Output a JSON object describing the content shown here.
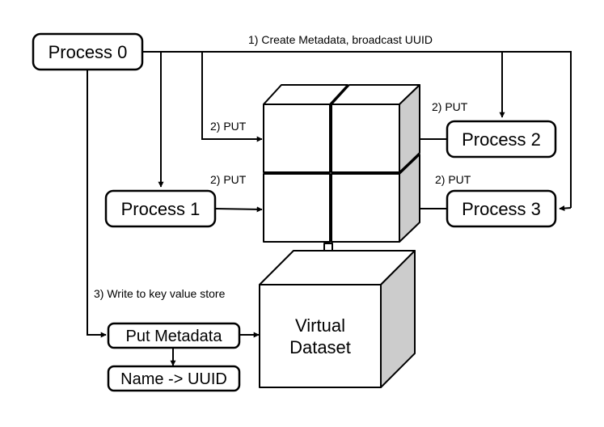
{
  "processes": {
    "p0": "Process 0",
    "p1": "Process 1",
    "p2": "Process 2",
    "p3": "Process 3"
  },
  "steps": {
    "create": "1) Create Metadata, broadcast UUID",
    "put_top_left": "2) PUT",
    "put_top_right": "2) PUT",
    "put_mid_left": "2) PUT",
    "put_mid_right": "2) PUT",
    "write_kv": "3) Write to key value store"
  },
  "metadata": {
    "put": "Put Metadata",
    "mapping": "Name -> UUID"
  },
  "dataset": {
    "line1": "Virtual",
    "line2": "Dataset"
  },
  "colors": {
    "stroke": "#000000",
    "fill": "#ffffff",
    "shade": "#cccccc"
  }
}
